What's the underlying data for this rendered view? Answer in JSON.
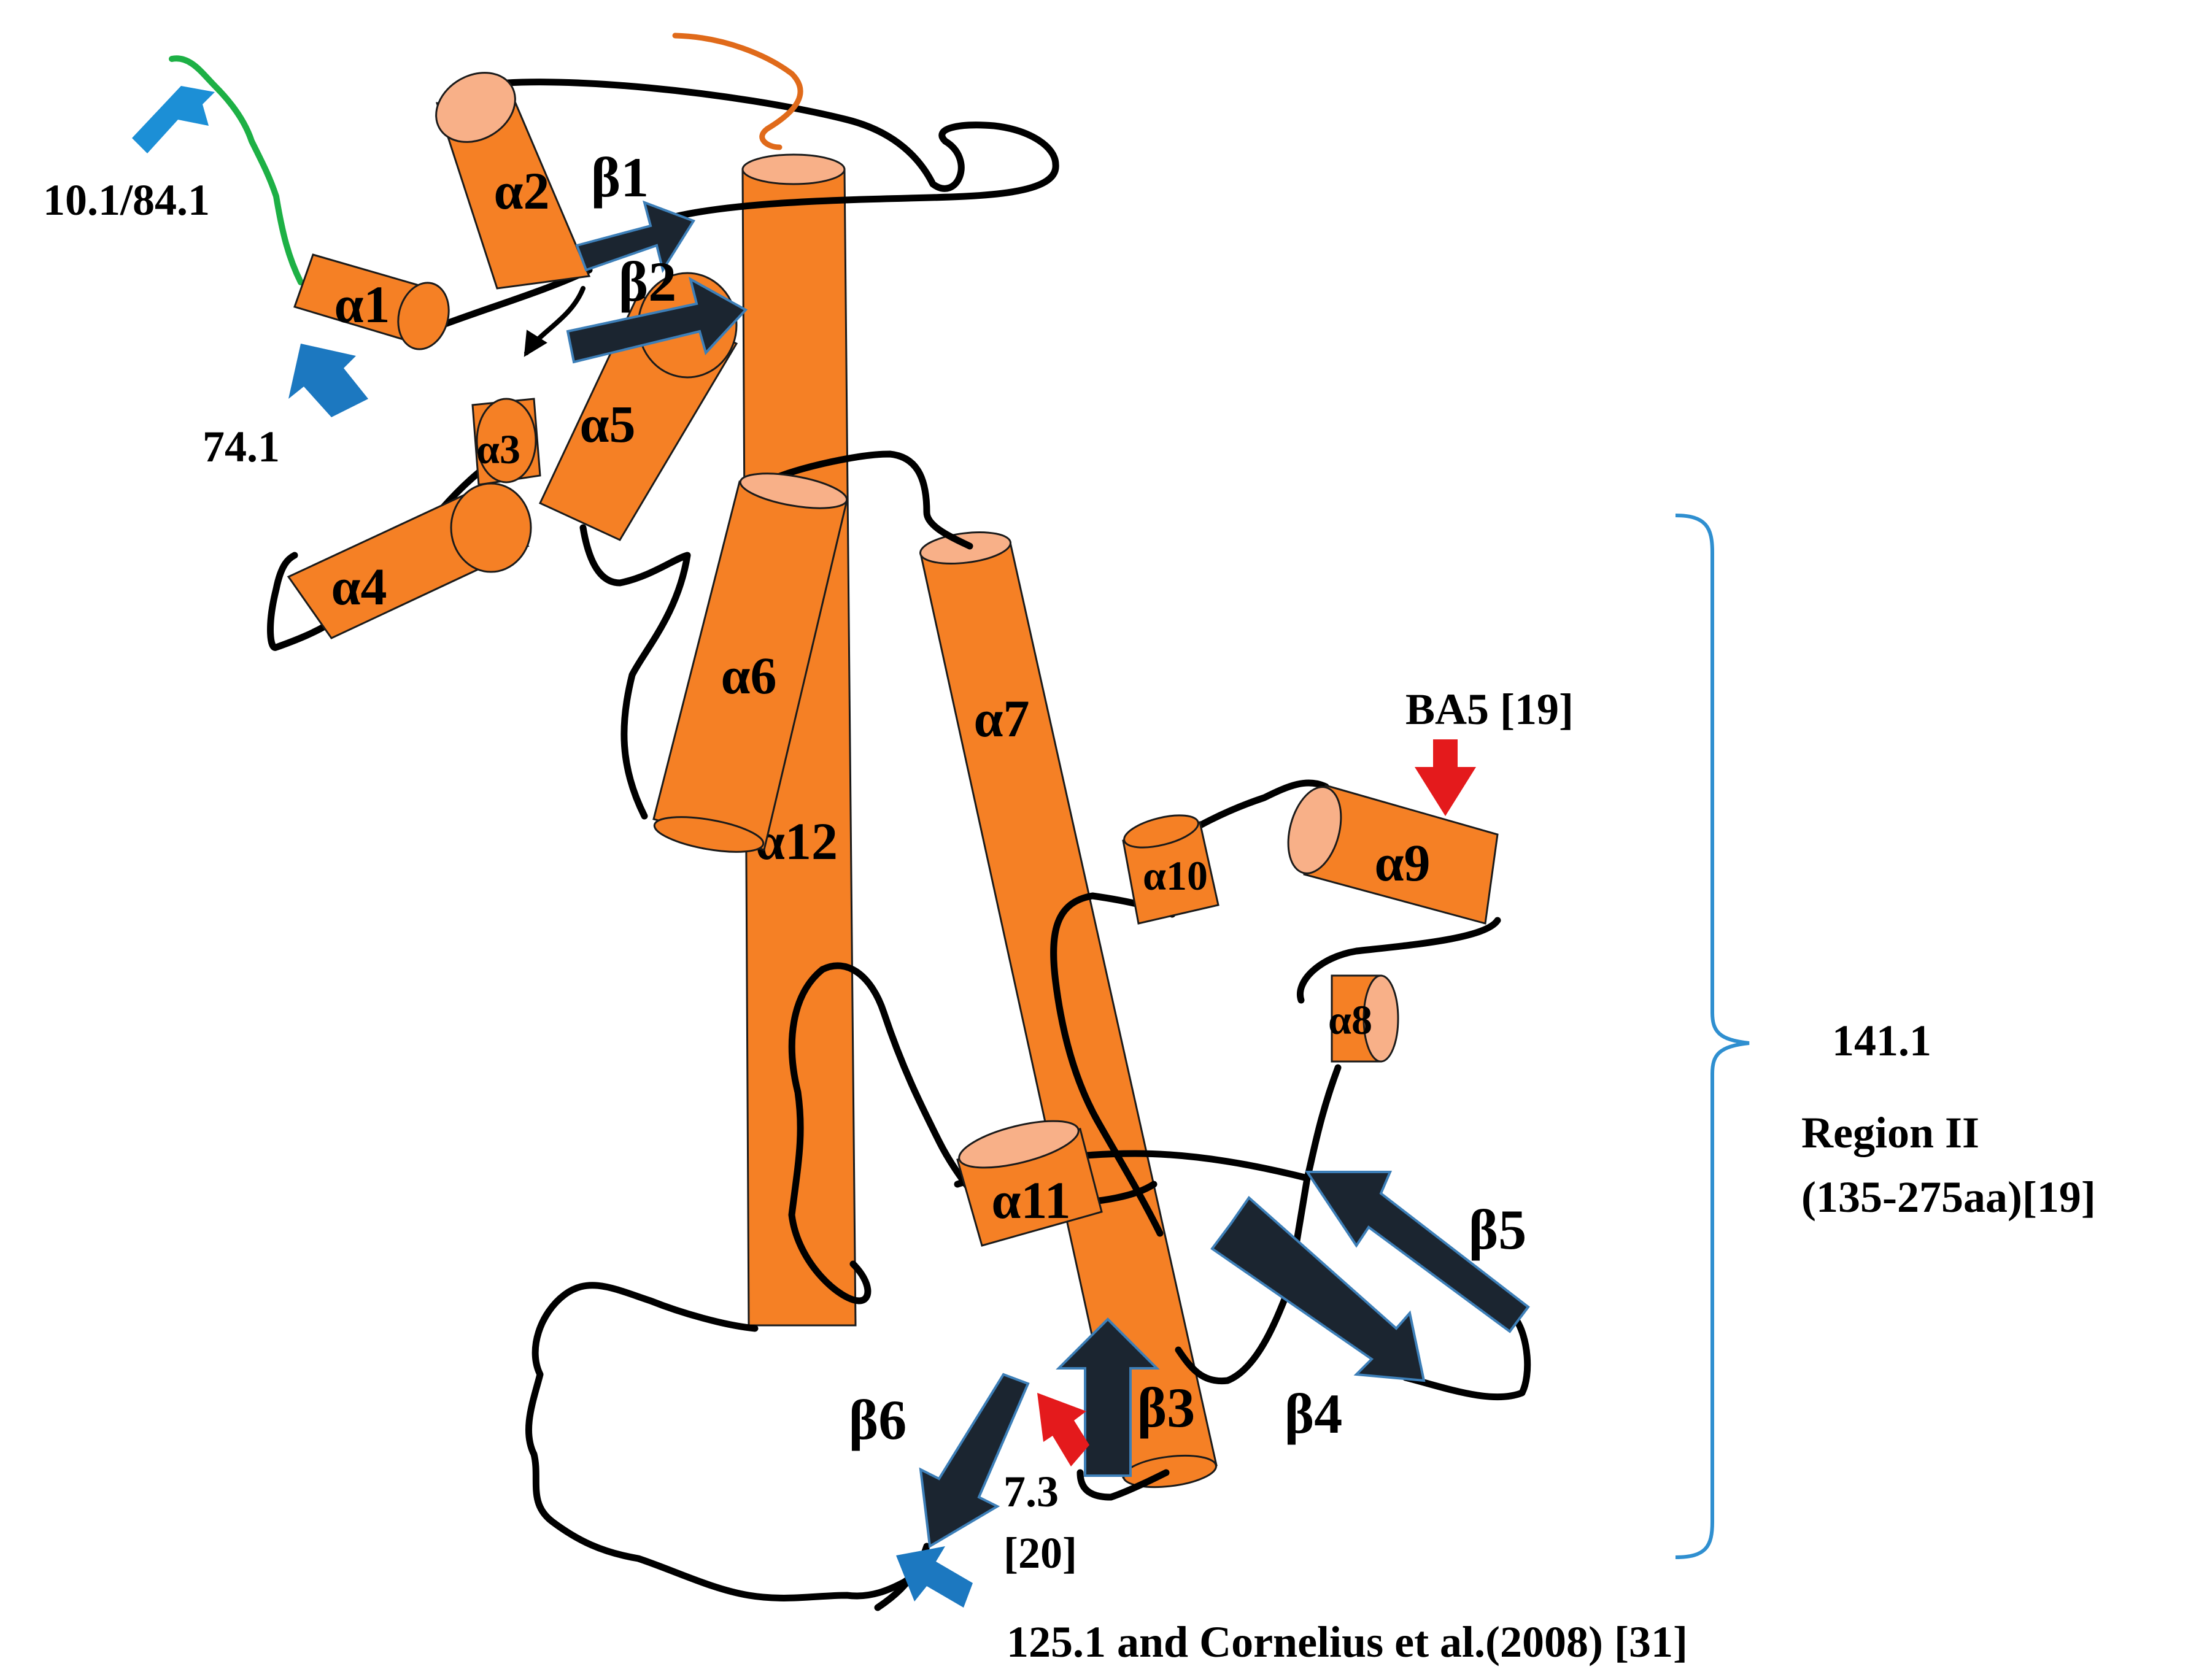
{
  "helices": {
    "a1": "α1",
    "a2": "α2",
    "a3": "α3",
    "a4": "α4",
    "a5": "α5",
    "a6": "α6",
    "a7": "α7",
    "a8": "α8",
    "a9": "α9",
    "a10": "α10",
    "a11": "α11",
    "a12": "α12"
  },
  "strands": {
    "b1": "β1",
    "b2": "β2",
    "b3": "β3",
    "b4": "β4",
    "b5": "β5",
    "b6": "β6"
  },
  "annotations": {
    "ab_10_1": "10.1/84.1",
    "ab_74_1": "74.1",
    "ba5": "BA5 [19]",
    "ab_7_3": "7.3",
    "ab_7_3_ref": "[20]",
    "ab_125_1": "125.1 and Cornelius et al.(2008) [31]",
    "ab_141_1": "141.1",
    "region_name": "Region II",
    "region_range": "(135-275aa)[19]"
  },
  "colors": {
    "helix": "#F58025",
    "helix_cap": "#F8B088",
    "strand": "#1B2530",
    "loop": "#000000",
    "n_terminus": "#1DB045",
    "c_terminus": "#E06A1A",
    "epitope_blue": "#1C8FD6",
    "epitope_red": "#E41A1C",
    "bracket": "#2F8FD0"
  }
}
